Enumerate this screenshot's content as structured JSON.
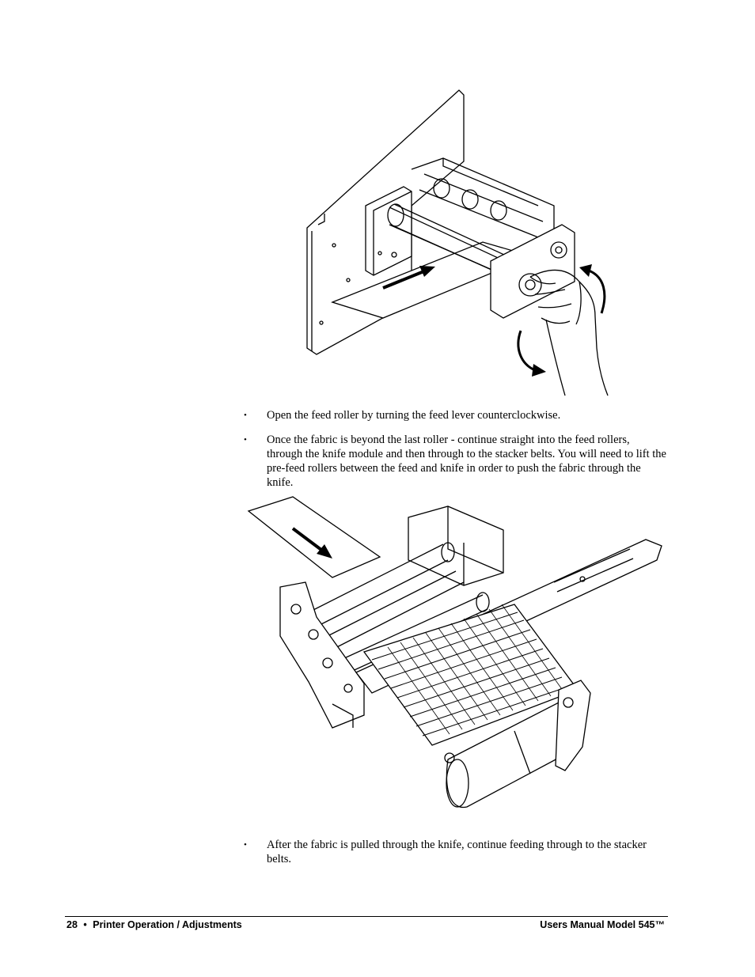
{
  "bullets": [
    "Open the feed roller by turning the feed lever counterclockwise.",
    "Once the fabric is beyond the last roller - continue straight into the feed rollers, through the knife module and then through to the stacker belts.  You will need to lift the pre-feed rollers between the feed and knife in order to push the fabric through the knife.",
    "After the fabric is pulled through the knife, continue feeding through to the stacker belts."
  ],
  "bullet_symbol": "•",
  "footer": {
    "page_number": "28",
    "separator": "•",
    "section": "Printer Operation / Adjustments",
    "manual": "Users Manual Model 545™"
  }
}
